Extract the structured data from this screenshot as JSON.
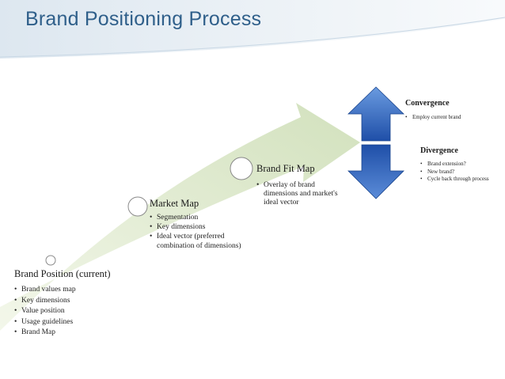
{
  "title": "Brand Positioning Process",
  "colors": {
    "title": "#2f5f8a",
    "curve_fill_light": "#eef4e2",
    "curve_fill_dark": "#d2e1bd",
    "arrow_blue_light": "#6a9be0",
    "arrow_blue_dark": "#1f4fa8",
    "milestone_circle": "#ffffff"
  },
  "stages": [
    {
      "title": "Brand Position (current)",
      "bullets": [
        "Brand values map",
        "Key dimensions",
        "Value position",
        "Usage guidelines",
        "Brand Map"
      ]
    },
    {
      "title": "Market Map",
      "bullets": [
        "Segmentation",
        "Key dimensions",
        "Ideal vector (preferred combination of dimensions)"
      ]
    },
    {
      "title": "Brand Fit Map",
      "bullets": [
        "Overlay of  brand dimensions and market's ideal vector"
      ]
    }
  ],
  "outcomes": {
    "convergence": {
      "title": "Convergence",
      "icon": "up-arrow-icon",
      "bullets": [
        "Employ current brand"
      ]
    },
    "divergence": {
      "title": "Divergence",
      "icon": "down-arrow-icon",
      "bullets": [
        "Brand extension?",
        "New brand?",
        "Cycle back through process"
      ]
    }
  }
}
